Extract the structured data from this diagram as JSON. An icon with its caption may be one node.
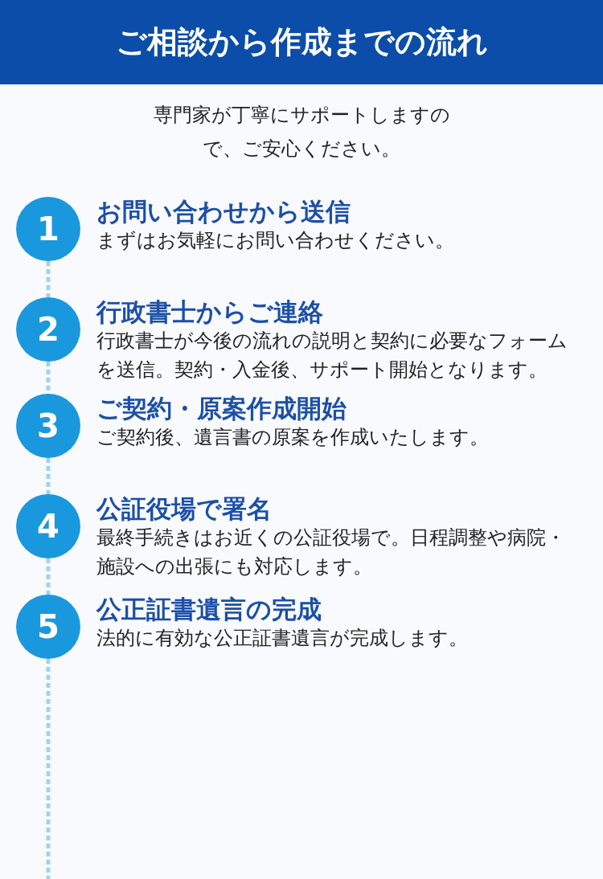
{
  "diagram": {
    "title": "ご相談から作成までの流れ",
    "nodes": [
      {
        "text": [
          "1"
        ],
        "beside": [
          "お問い合わせから送信",
          "まずはお気軽にお問い合わせください。"
        ]
      },
      {
        "text": [
          "2"
        ],
        "beside": [
          "行政書士からご連絡",
          "行政書士が今後の流れの説明と契約に必要なフォームを送信。契約・入金後、サポート開始となります。"
        ]
      },
      {
        "text": [
          "3"
        ],
        "beside": [
          "ご契約・原案作成開始",
          "ご契約後、遺言書の原案を作成いたします。"
        ]
      },
      {
        "text": [
          "4"
        ],
        "beside": [
          "公証役場で署名",
          "最終手続きはお近くの公証役場で。日程調整や病院・施設への出張にも対応します。"
        ]
      },
      {
        "text": [
          "5"
        ],
        "beside": [
          "公正証書遺言の完成",
          "法的に有効な公正証書遺言が完成します。"
        ]
      }
    ],
    "edges": [
      {
        "from": 0,
        "to": 1,
        "arrow": "none",
        "style": "dashed"
      },
      {
        "from": 1,
        "to": 2,
        "arrow": "none",
        "style": "dashed"
      },
      {
        "from": 2,
        "to": 3,
        "arrow": "none",
        "style": "dashed"
      },
      {
        "from": 3,
        "to": 4,
        "arrow": "none",
        "style": "dashed"
      },
      {
        "from": 4,
        "to": null,
        "arrow": "none",
        "style": "dashed"
      }
    ],
    "labels": [
      "専門家が丁寧にサポートしますので、ご安心ください。"
    ]
  }
}
